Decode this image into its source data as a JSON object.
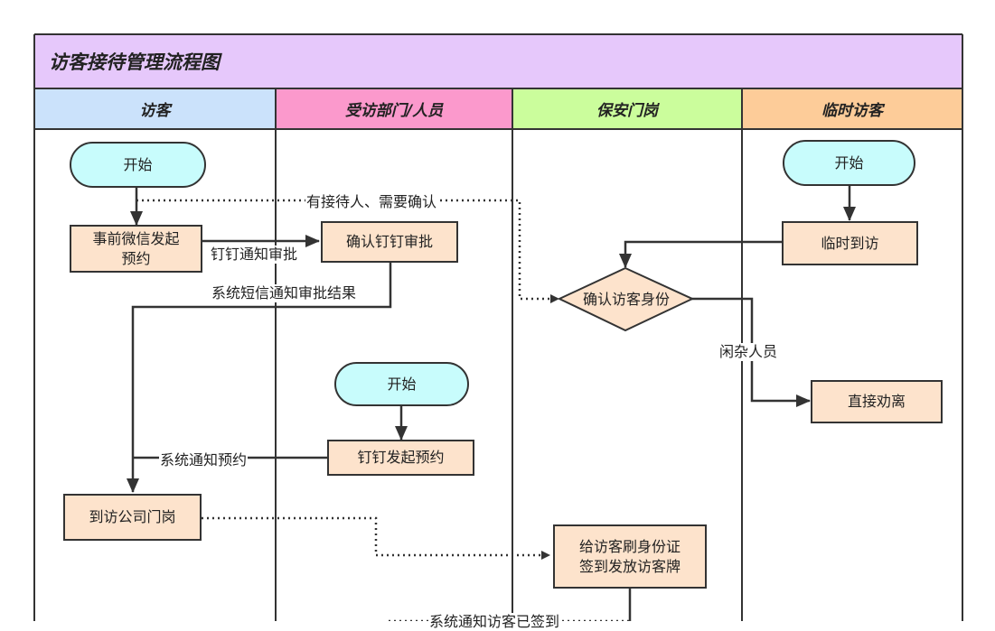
{
  "title": "访客接待管理流程图",
  "colors": {
    "title_bg": "#e6c8fb",
    "lane_visitor": "#cbe2fb",
    "lane_department": "#fb99cc",
    "lane_security": "#cbfd9c",
    "lane_temp_visitor": "#fdcc99",
    "terminal_fill": "#c8fcfc",
    "process_fill": "#fde3cc",
    "line": "#333333"
  },
  "lanes": [
    {
      "label": "访客"
    },
    {
      "label": "受访部门/人员"
    },
    {
      "label": "保安门岗"
    },
    {
      "label": "临时访客"
    }
  ],
  "nodes": {
    "start_visitor": "开始",
    "wechat_booking_line1": "事前微信发起",
    "wechat_booking_line2": "预约",
    "confirm_dingtalk": "确认钉钉审批",
    "start_temp": "开始",
    "temp_visit": "临时到访",
    "verify_identity": "确认访客身份",
    "direct_dismiss": "直接劝离",
    "start_department": "开始",
    "dingtalk_booking": "钉钉发起预约",
    "arrive_gate": "到访公司门岗",
    "issue_badge_line1": "给访客刷身份证",
    "issue_badge_line2": "签到发放访客牌"
  },
  "edge_labels": {
    "host_needs_confirm": "有接待人、需要确认",
    "dingtalk_notify": "钉钉通知审批",
    "sms_result": "系统短信通知审批结果",
    "unrelated": "闲杂人员",
    "system_notify_booking": "系统通知预约",
    "system_notify_arrival": "系统通知访客已签到"
  }
}
